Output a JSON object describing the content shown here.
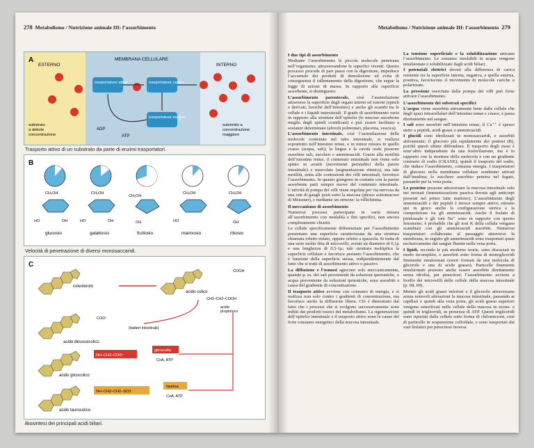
{
  "left": {
    "page_number": "278",
    "header": "Metabolismo / Nutrizione animale III: l’assorbimento",
    "figA": {
      "label": "A",
      "esterno": "ESTERNO",
      "membrana": "MEMBRANA CELLULARE",
      "interno": "INTERNO",
      "trasp_attivo": "trasportatore attivo",
      "trasp_carico": "trasportatore carico",
      "trasp_inattivo": "trasportatore inattivo",
      "adp": "ADP",
      "atp": "ATP",
      "substrato_low": "substrato a debole concentrazione",
      "substrato_high": "substrato a concentrazione maggiore",
      "caption": "Trasporto attivo di un substrato da parte di enzimi trasportatori."
    },
    "figB": {
      "label": "B",
      "sugars": [
        "glucosio",
        "galattosio",
        "fruttosio",
        "mannosio",
        "ribosio"
      ],
      "caption": "Velocità di penetrazione di diversi monosaccaridi."
    },
    "figC": {
      "label": "C",
      "colesterolo": "colesterolo",
      "acido_colico": "acido colico",
      "propionic": "CH3–CH2–COOH",
      "acido_propionico": "acido propionico",
      "cooh": "COOH",
      "batteri": "(batteri intestinali)",
      "deoxy": "acido desossicolico",
      "glicocolico": "acido glicocolico",
      "taurocolico": "acido taurocolico",
      "glicocolla": "glicocolla",
      "taurina": "taurina",
      "coa_atp": "CoA, ATP",
      "nh_gly": "NH–CH2–COO⁻",
      "nh_tau": "NH–CH2–CH2–SO3⁻",
      "coo": "COO⁻",
      "caption": "Biosintesi dei principali acidi biliari."
    }
  },
  "right": {
    "page_number": "279",
    "header": "Metabolismo / Nutrizione animale III: l’assorbimento",
    "col1": [
      {
        "h": "I due tipi di assorbimento"
      },
      {
        "p": "Mediante l’assorbimento le piccole molecole penetrano nell’organismo, attraversandone le superfici viventi. Questo processo procede di pari passo con la digestione, impedisce l’accumulo dei prodotti di demolizione ed evita di conseguenza il rallentamento della digestione, che segue la legge di azione di massa. In rapporto alla superficie assorbente, si distinguono:"
      },
      {
        "b": "L’assorbimento parenterale,",
        "p": " cioè l’assimilazione attraverso la superficie degli organi interni ed esterni (epiteli e derivati, fuorché dell’intestino) e anche gli scambi tra le cellule e i liquidi interstiziali. Il grado di assorbimento varia in rapporto alla struttura dell’epitelio (le mucose assorbono meglio degli epiteli cornificati) e può essere facilitato a sostanze determinate (alveoli polmonari, placenta, vescica)."
      },
      {
        "b": "L’assorbimento intestinale,",
        "p": " cioè l’assimilazione delle molecole contenute nel tubo intestinale, si realizza soprattutto nell’intestino tenue, e in minor misura in quello crasso (acqua, sali); la lingua e la cavità orale possono assorbire sali, zuccheri e amminoacidi. Grazie alla motilità dell’intestino tenue, il contenuto intestinale non viene solo spinto in avanti (movimenti peristaltici della parete intestinale) e mescolato (segmentazione ritmica), ma tale motilità, unita alle contrazioni dei villi intestinali, favorisce l’assorbimento. In quanto giungono in contatto con la parete assorbente parti sempre nuove del contenuto intestinale. L’attività di pompa dei villi viene regolata per via nervosa da una rete di gangli posti sotto la mucosa (plesso sottomucoso di Meissner), e mediante un ormone: la villichinina."
      },
      {
        "h": "Il meccanismo di assorbimento"
      },
      {
        "p": "Numerosi processi partecipano in varia misura all’assorbimento con modalità e fini specifici, non ancora completamente chiariti."
      },
      {
        "p": "Le cellule specificamente differenziate per l’assorbimento presentano una superficie caratterizzata da una struttura chiamata orletto striato, oppure orletto a spazzola. Si tratta di una serie molto fitta di microvilli, aventi un diametro di 0,1μ e una lunghezza di 0,5-1μ; tale struttura moltiplica la superficie cellulare e favorisce pertanto l’assorbimento, che è funzione della superficie stessa, indipendentemente dal fatto che si tratti di assorbimento attivo o passivo."
      },
      {
        "b": "La diffusione e l’osmosi",
        "p": " agiscono solo meccanicamente, quando p. es. dei sali provenienti da soluzioni ipertoniche, o acqua proveniente da soluzioni ipotoniche, sono assorbiti a causa del gradiente di concentrazione."
      },
      {
        "b": "Il trasporto attivo",
        "p": " avviene con consumo di energia, e si realizza non solo contro i gradienti di concentrazione, ma favorisce anche la diffusione libera. Ciò è dimostrato dal fatto che i processi che si svolgono successivamente sono inibiti dai prodotti tossici del metabolismo. La rigenerazione dell’epitelio intestinale e il trasporto attivo sono le cause del forte consumo energetico della mucosa intestinale."
      }
    ],
    "col2": [
      {
        "b": "La tensione superficiale e la solubilizzazione",
        "p": " attivano l’assorbimento. Le sostanze insolubili in acqua vengono emulsionate e solubilizzate dagli acidi biliari."
      },
      {
        "b": "I potenziali elettrici",
        "p": " dovuti alla differenza di carica esistente tra la superficie interna, negativa, e quella esterna, positiva, favoriscono il movimento di molecole cariche o polarizzate."
      },
      {
        "b": "La pressione",
        "p": " esercitata dalla pompa dei villi può forse attivare l’assorbimento."
      },
      {
        "h": "L’assorbimento dei substrati specifici"
      },
      {
        "b": "L’acqua",
        "p": " viene assorbita attivamente bene dalle cellule che degli spazi intracellulari dell’intestino tenue e crasso, e passa direttamente nel sangue."
      },
      {
        "b": "I sali",
        "p": " sono assorbiti nell’intestino tenue; il Ca⁺⁺ è spesso unito a peptidi, acidi grassi o amminoacidi."
      },
      {
        "b": "I glucidi",
        "p": " sono idrolizzati in monosaccaridi, e assorbiti attivamente; il glucosio più rapidamente dei pentosi (B), poiché questi ultimi diffondono. Il trasporto degli esosi è senz’altro indipendente da una fosforilazione, ma è in rapporto con la struttura della molecola e con un gradiente contrario di sodio (CRANE); quindi il trasporto del sodio, che induce l’assorbimento, consuma energia. I trasportatori di glucosio nella membrana cellulare sembrano attivati dall’insulina; lo zucchero assorbito penetra nel fegato, passando per la vena porta."
      },
      {
        "b": "Le proteine",
        "p": " possono attraversare la mucosa intestinale solo nei neonati (immunizzazione passiva dovuta agli anticorpi presenti nel primo latte materno). L’assorbimento degli amminoacidi e dei peptidi è invece sempre attivo; entrano qui in gioco anche la configurazione sterica e la competizione tra gli amminoacidi. Anche il fosfato di piridossale e gli ioni Na⁺ sono in rapporto con questo fenomeno; è probabile che gli ioni K della cellula vengano scambiati con gli amminoacidi assorbiti. Numerosi trasportatori collaborano al passaggio attraverso la membrana, in seguito gli amminoacidi sono trasportati quasi esclusivamente dal sangue fluente nella vena porta."
      },
      {
        "b": "I lipidi,",
        "p": " secondo le più moderne teorie, sono dissociati in modo incompleto, e assorbiti sotto forma di monogliceridi finemente emulsionati (esteri formati da una molecola di glicerolo e una di acido grasso). Particelle finemente emulsionate possono anche essere assorbite direttamente senza idrolisi, per pinocitosi; l’assorbimento avviene a livello dei microvilli delle cellule della mucosa intestinale (p. 68, 69)."
      },
      {
        "p": "Mentre gli acidi grassi inferiori e il glicerolo attraversano senza notevoli alterazioni la mucosa intestinale, passando ai capillari e quindi alla vena porta, gli acidi grassi superiori vengono esterificati nelle cellule della mucosa in mono- e quindi in trigliceridi, in presenza di ATP. Questi trigliceridi sono riportati dalla cellula sotto forma di chilomicroni, cioè di particelle in sospensione colloidale, e sono trasportati dai vasi linfatici per pinocitosi inversa."
      }
    ]
  },
  "colors": {
    "exterior": "#f5e7a6",
    "membrane": "#b9d3e2",
    "interior": "#dfeaf2",
    "substrate": "#d9352b",
    "carrier": "#2e8fc4",
    "steroid": "#d7c06a",
    "glycine_box": "#d9352b",
    "taurine_box": "#e8a83a"
  }
}
